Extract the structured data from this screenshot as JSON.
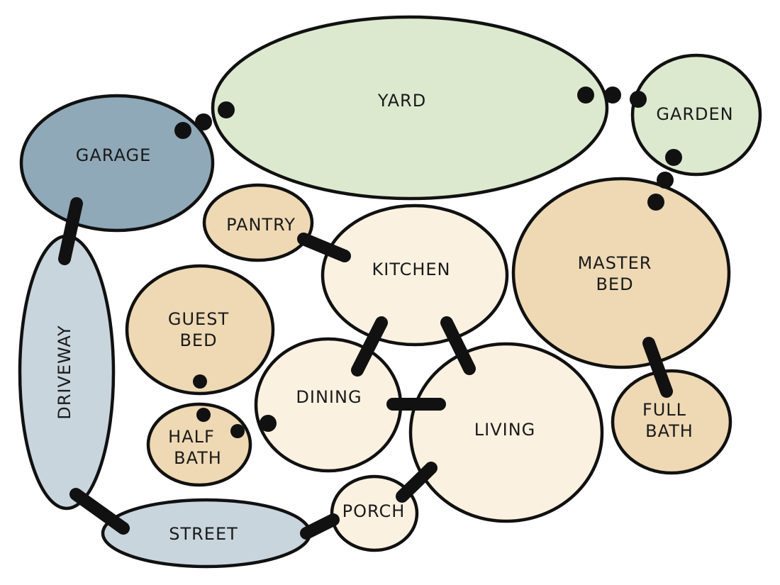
{
  "colors": {
    "garage": "#8fa9b8",
    "driveway": "#c9d5dd",
    "street": "#c9d5dd",
    "yard": "#dde9cf",
    "garden": "#dde9cf",
    "bed": "#eed9b4",
    "living_area": "#fbf1e1",
    "outline": "#111111"
  },
  "rooms": {
    "yard": "YARD",
    "garden": "GARDEN",
    "garage": "GARAGE",
    "driveway": "DRIVEWAY",
    "pantry": "PANTRY",
    "kitchen": "KITCHEN",
    "master_bed_line1": "MASTER",
    "master_bed_line2": "BED",
    "guest_bed_line1": "GUEST",
    "guest_bed_line2": "BED",
    "dining": "DINING",
    "living": "LIVING",
    "half_bath_line1": "HALF",
    "half_bath_line2": "BATH",
    "full_bath_line1": "FULL",
    "full_bath_line2": "BATH",
    "street": "STREET",
    "porch": "PORCH"
  }
}
